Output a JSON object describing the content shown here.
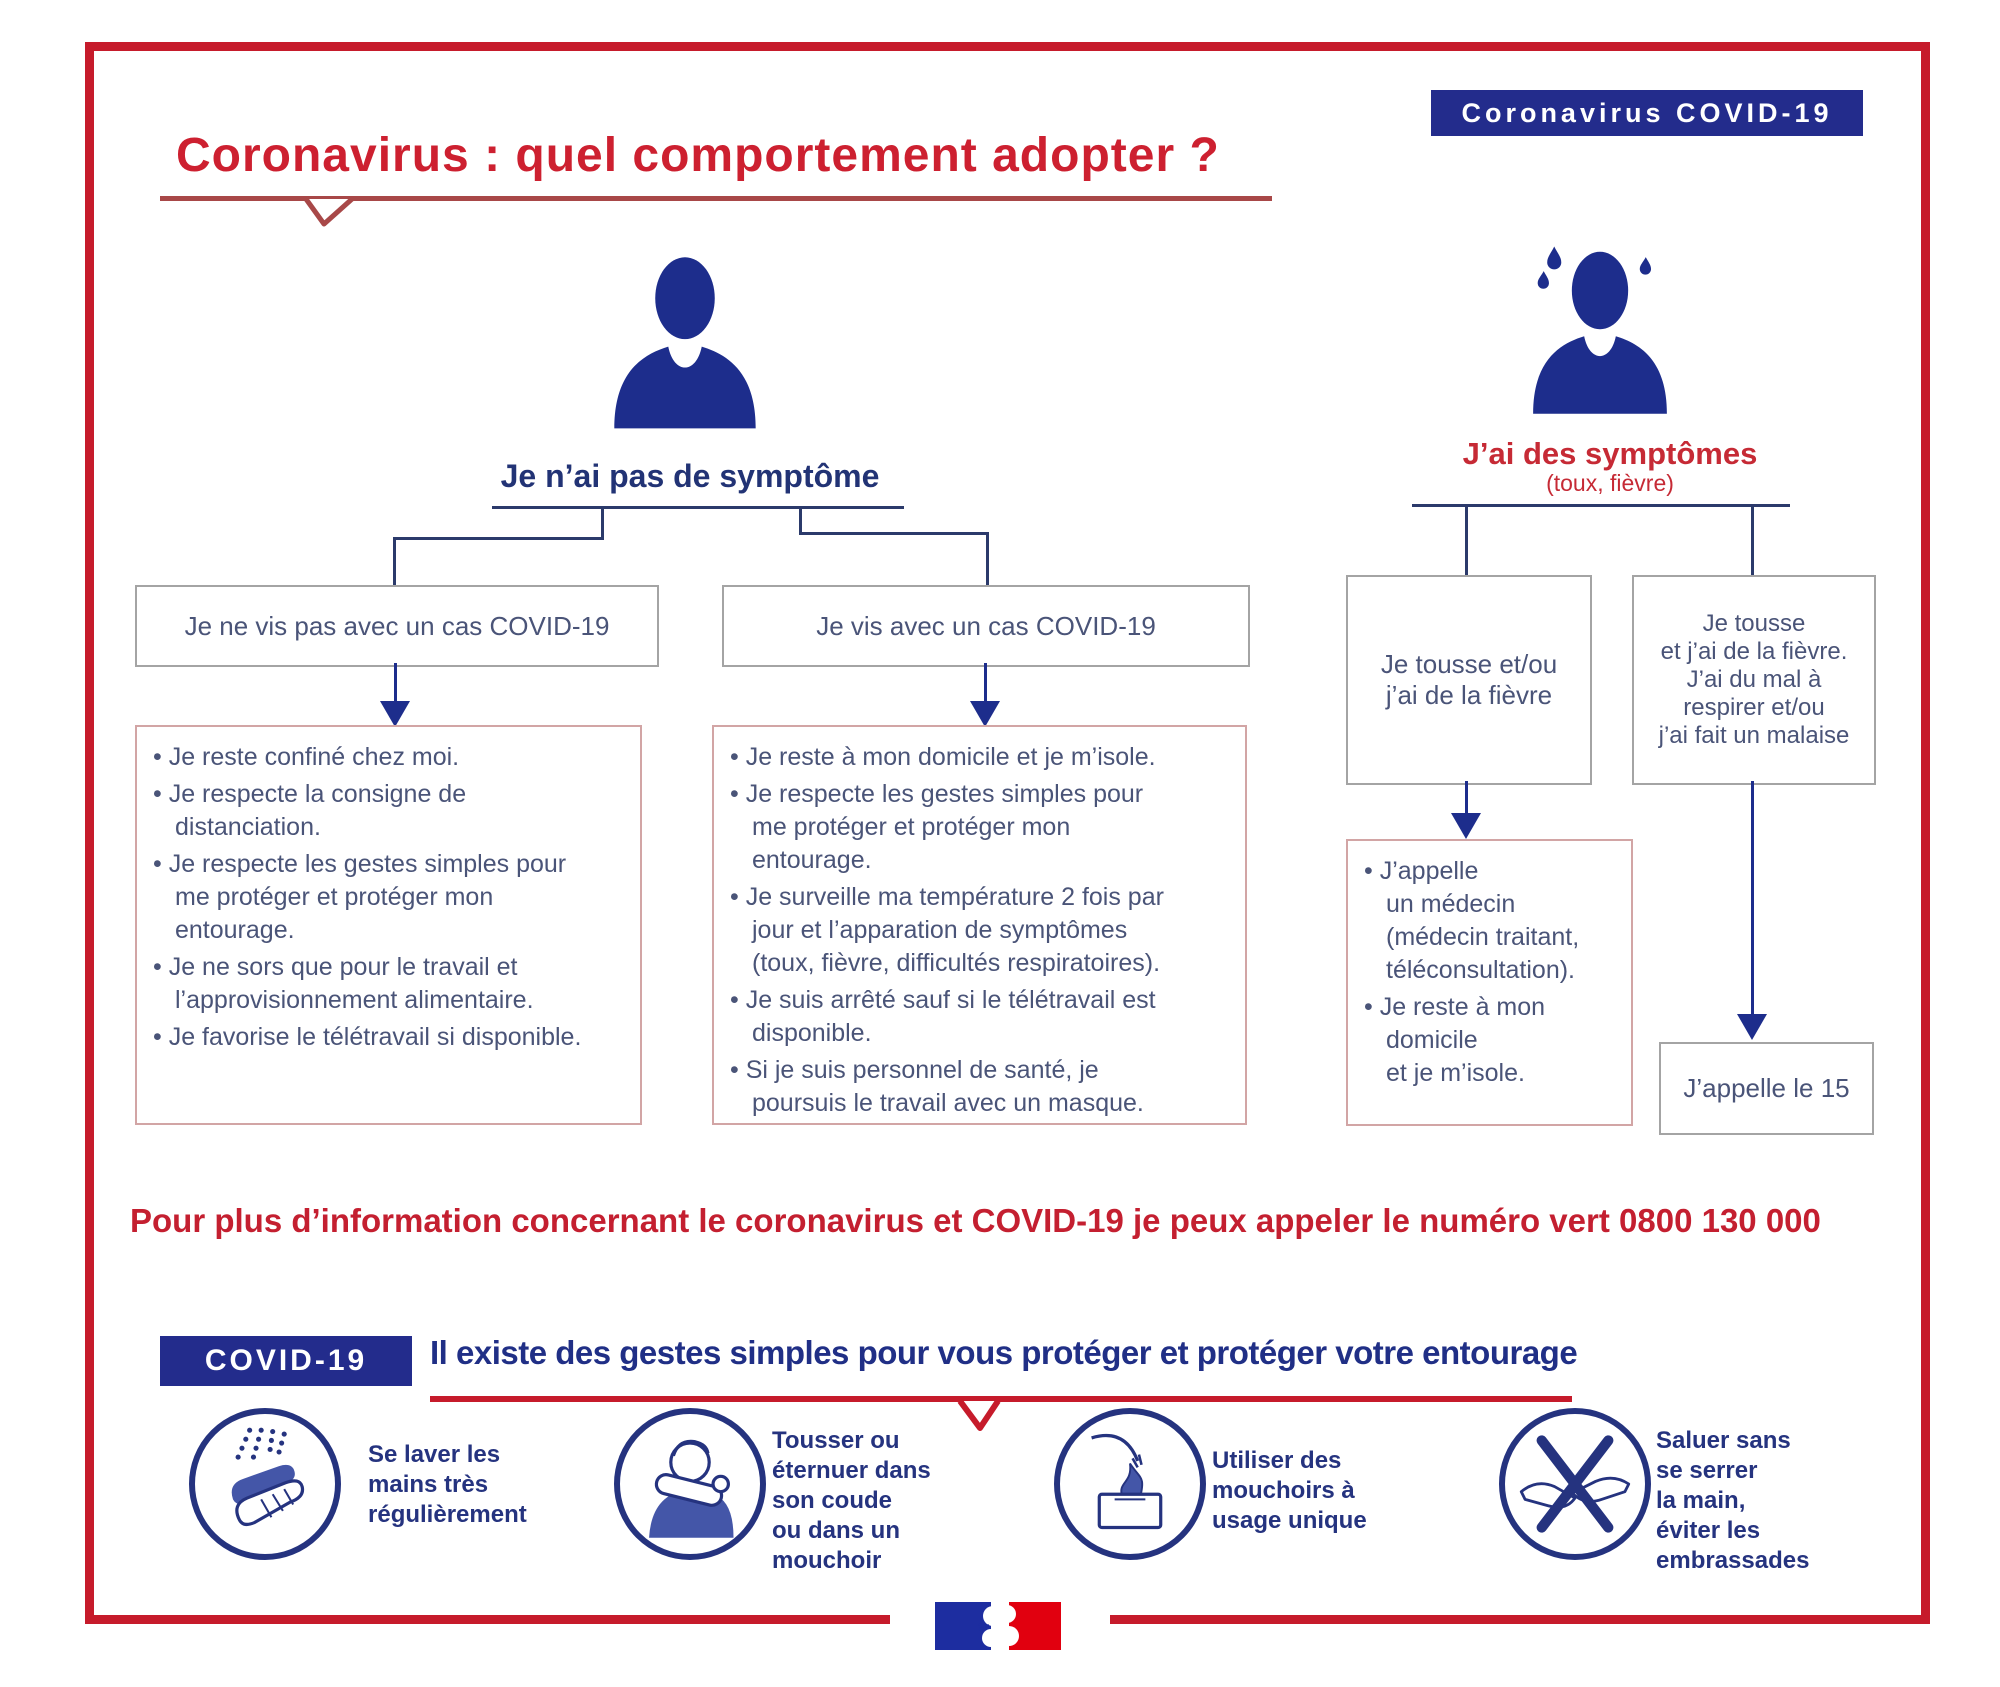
{
  "colors": {
    "frame_red": "#c61b2b",
    "title_red": "#cd2030",
    "badge_navy": "#232c8c",
    "person_navy": "#1d2d8c",
    "connector_navy": "#2b3a6b",
    "body_text_blue": "#4a5478",
    "case_box_border_gray": "#a4a4a4",
    "advice_box_border_pink": "#d2a5a5",
    "flag_blue": "#1d2da0",
    "flag_red": "#e1000f"
  },
  "header": {
    "badge": "Coronavirus COVID-19",
    "title": "Coronavirus : quel comportement adopter ?"
  },
  "no_symptoms": {
    "person_icon": "healthy-person-icon",
    "label": "Je n’ai pas de symptôme",
    "case_boxes": [
      {
        "label": "Je ne vis pas avec un cas COVID-19"
      },
      {
        "label": "Je vis avec un cas COVID-19"
      }
    ],
    "advice_no_case": {
      "items": [
        "Je reste confiné chez moi.",
        "Je respecte la consigne de\ndistanciation.",
        "Je respecte les gestes simples pour\nme protéger et protéger mon\nentourage.",
        "Je ne sors que pour le travail et\nl’approvisionnement alimentaire.",
        "Je favorise le télétravail si disponible."
      ]
    },
    "advice_with_case": {
      "items": [
        "Je reste à mon domicile et je m’isole.",
        "Je respecte les gestes simples pour\nme protéger et protéger mon\nentourage.",
        "Je surveille ma température 2 fois par\njour et l’apparation de symptômes\n(toux, fièvre, difficultés respiratoires).",
        "Je suis arrêté sauf si le télétravail est\ndisponible.",
        "Si je suis personnel de santé, je\npoursuis le travail avec un masque."
      ]
    }
  },
  "symptoms": {
    "person_icon": "sick-person-icon",
    "label": "J’ai des symptômes",
    "sublabel": "(toux, fièvre)",
    "condition_boxes": [
      {
        "label": "Je tousse et/ou\nj’ai de la fièvre"
      },
      {
        "label": "Je tousse\net j’ai de la fièvre.\nJ’ai du mal à\nrespirer et/ou\nj’ai fait un malaise"
      }
    ],
    "advice_cough_fever": {
      "items": [
        "J’appelle\nun médecin\n(médecin traitant,\ntéléconsultation).",
        "Je reste à mon\ndomicile\net je m’isole."
      ]
    },
    "call_15": "J’appelle le 15"
  },
  "info_line": "Pour plus d’information concernant le coronavirus et COVID-19 je peux appeler le numéro vert 0800 130 000",
  "footer": {
    "badge": "COVID-19",
    "headline": "Il existe des gestes simples pour vous protéger et protéger votre entourage",
    "gestures": [
      {
        "icon": "wash-hands-icon",
        "caption": "Se laver les\nmains très\nrégulièrement"
      },
      {
        "icon": "cough-elbow-icon",
        "caption": "Tousser ou\néternuer dans\nson coude\nou dans un\nmouchoir"
      },
      {
        "icon": "tissue-icon",
        "caption": "Utiliser des\nmouchoirs à\nusage unique"
      },
      {
        "icon": "no-handshake-icon",
        "caption": "Saluer sans\nse serrer\nla main,\néviter les\nembrassades"
      }
    ],
    "logo": "french-government-flag-logo"
  }
}
